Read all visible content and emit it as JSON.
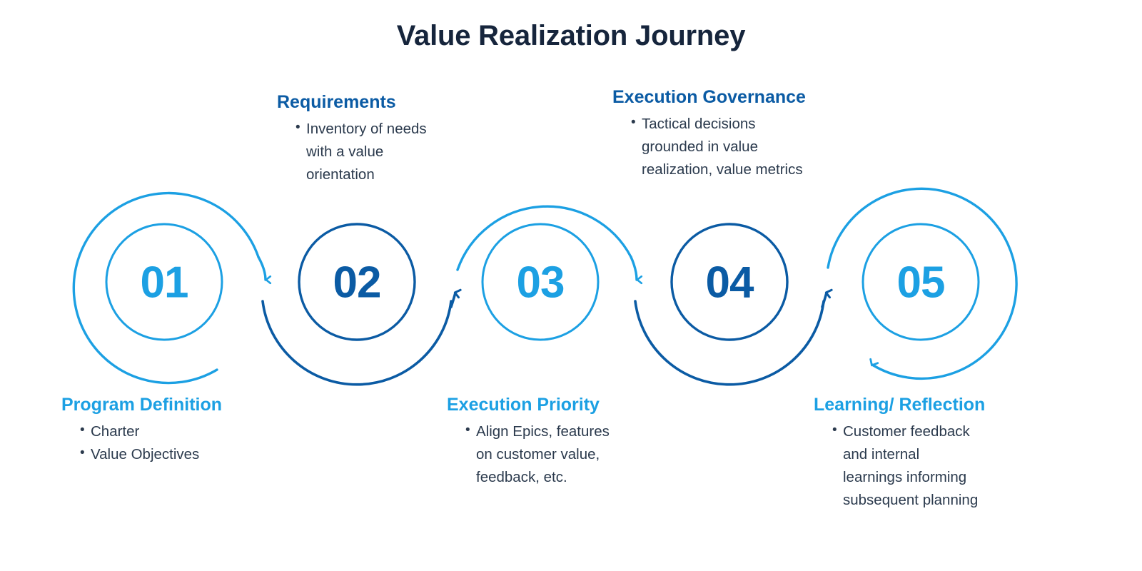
{
  "title": "Value Realization Journey",
  "colors": {
    "title_text": "#16253c",
    "light_blue": "#1CA0E3",
    "dark_blue": "#0B5BA4",
    "body_text": "#2b3a4d",
    "background": "#ffffff"
  },
  "steps": [
    {
      "number": "01",
      "number_style": "light",
      "heading": "Program  Definition",
      "heading_style": "light",
      "position": "below",
      "bullets": [
        "Charter",
        "Value Objectives"
      ]
    },
    {
      "number": "02",
      "number_style": "dark",
      "heading": "Requirements",
      "heading_style": "dark",
      "position": "above",
      "bullets": [
        "Inventory of needs with a value orientation"
      ]
    },
    {
      "number": "03",
      "number_style": "light",
      "heading": "Execution Priority",
      "heading_style": "light",
      "position": "below",
      "bullets": [
        "Align Epics, features on customer value, feedback, etc."
      ]
    },
    {
      "number": "04",
      "number_style": "dark",
      "heading": "Execution Governance",
      "heading_style": "dark",
      "position": "above",
      "bullets": [
        "Tactical decisions grounded in value realization, value metrics"
      ]
    },
    {
      "number": "05",
      "number_style": "light",
      "heading": "Learning/ Reflection",
      "heading_style": "light",
      "position": "below",
      "bullets": [
        "Customer feedback and internal learnings informing subsequent planning"
      ]
    }
  ],
  "bullet_lines": {
    "requirements": [
      "Inventory of needs",
      "with a value",
      "orientation"
    ],
    "execution_governance": [
      "Tactical decisions",
      "grounded in value",
      "realization, value metrics"
    ],
    "program_definition": [
      "Charter",
      "Value Objectives"
    ],
    "execution_priority": [
      "Align Epics, features",
      "on customer value,",
      "feedback, etc."
    ],
    "learning_reflection": [
      "Customer feedback",
      "and internal",
      "learnings informing",
      "subsequent planning"
    ]
  }
}
